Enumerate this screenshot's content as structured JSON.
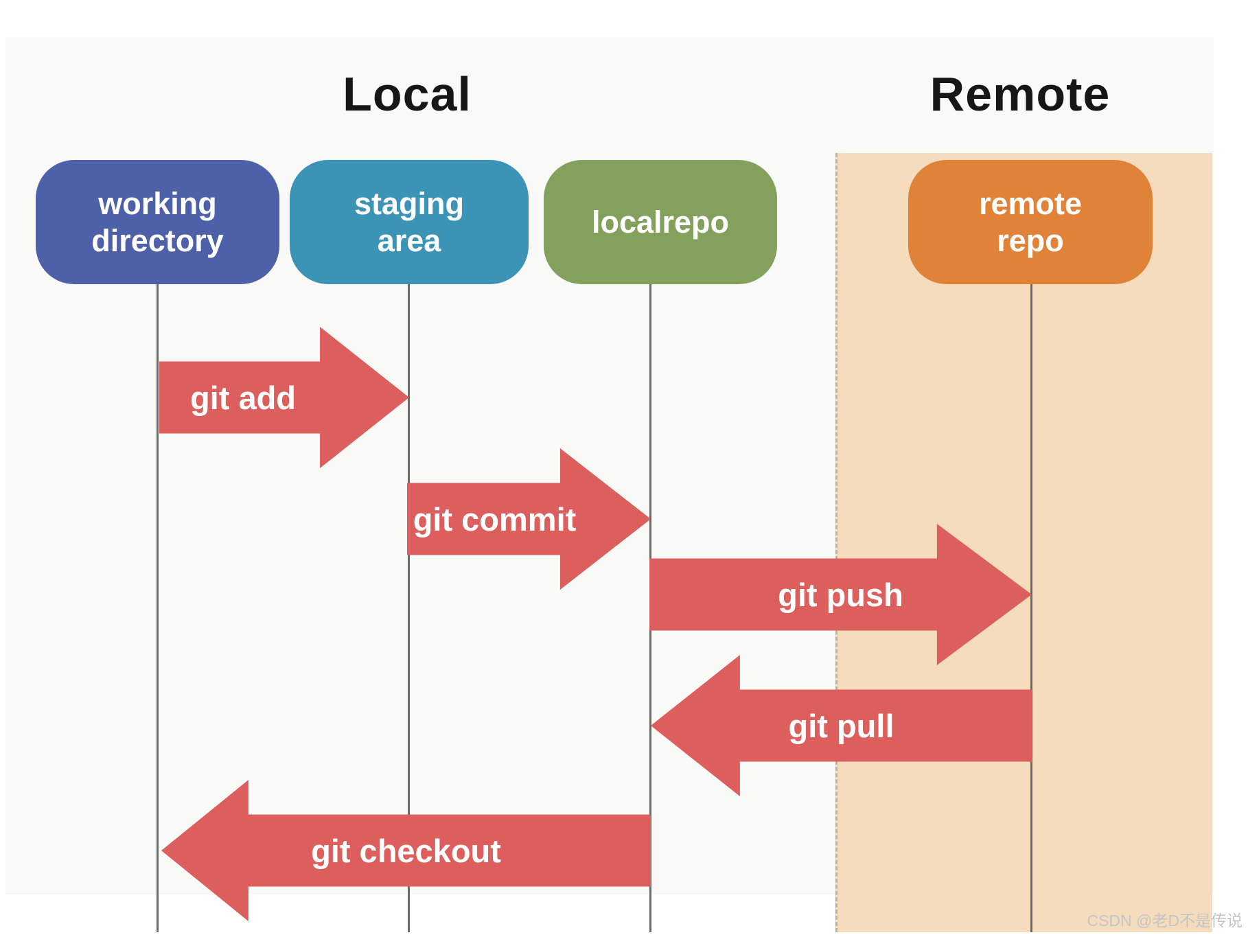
{
  "titles": {
    "local": "Local",
    "remote": "Remote"
  },
  "nodes": [
    {
      "id": "working-directory",
      "lines": [
        "working",
        "directory"
      ],
      "color": "#4e61a8"
    },
    {
      "id": "staging-area",
      "lines": [
        "staging",
        "area"
      ],
      "color": "#3b93b5"
    },
    {
      "id": "localrepo",
      "lines": [
        "localrepo"
      ],
      "color": "#84a05d"
    },
    {
      "id": "remote-repo",
      "lines": [
        "remote",
        "repo"
      ],
      "color": "#e08338"
    }
  ],
  "arrows": [
    {
      "id": "git-add",
      "label": "git add",
      "from": "working-directory",
      "to": "staging-area",
      "direction": "right"
    },
    {
      "id": "git-commit",
      "label": "git commit",
      "from": "staging-area",
      "to": "localrepo",
      "direction": "right"
    },
    {
      "id": "git-push",
      "label": "git push",
      "from": "localrepo",
      "to": "remote-repo",
      "direction": "right"
    },
    {
      "id": "git-pull",
      "label": "git pull",
      "from": "remote-repo",
      "to": "localrepo",
      "direction": "left"
    },
    {
      "id": "git-checkout",
      "label": "git checkout",
      "from": "localrepo",
      "to": "working-directory",
      "direction": "left"
    }
  ],
  "colors": {
    "arrow": "#dc5f5d",
    "remote_band": "#f5dcbc",
    "lifeline": "#6a6a6a",
    "canvas_background": "#f9f9f8"
  },
  "watermark": "CSDN @老D不是传说"
}
